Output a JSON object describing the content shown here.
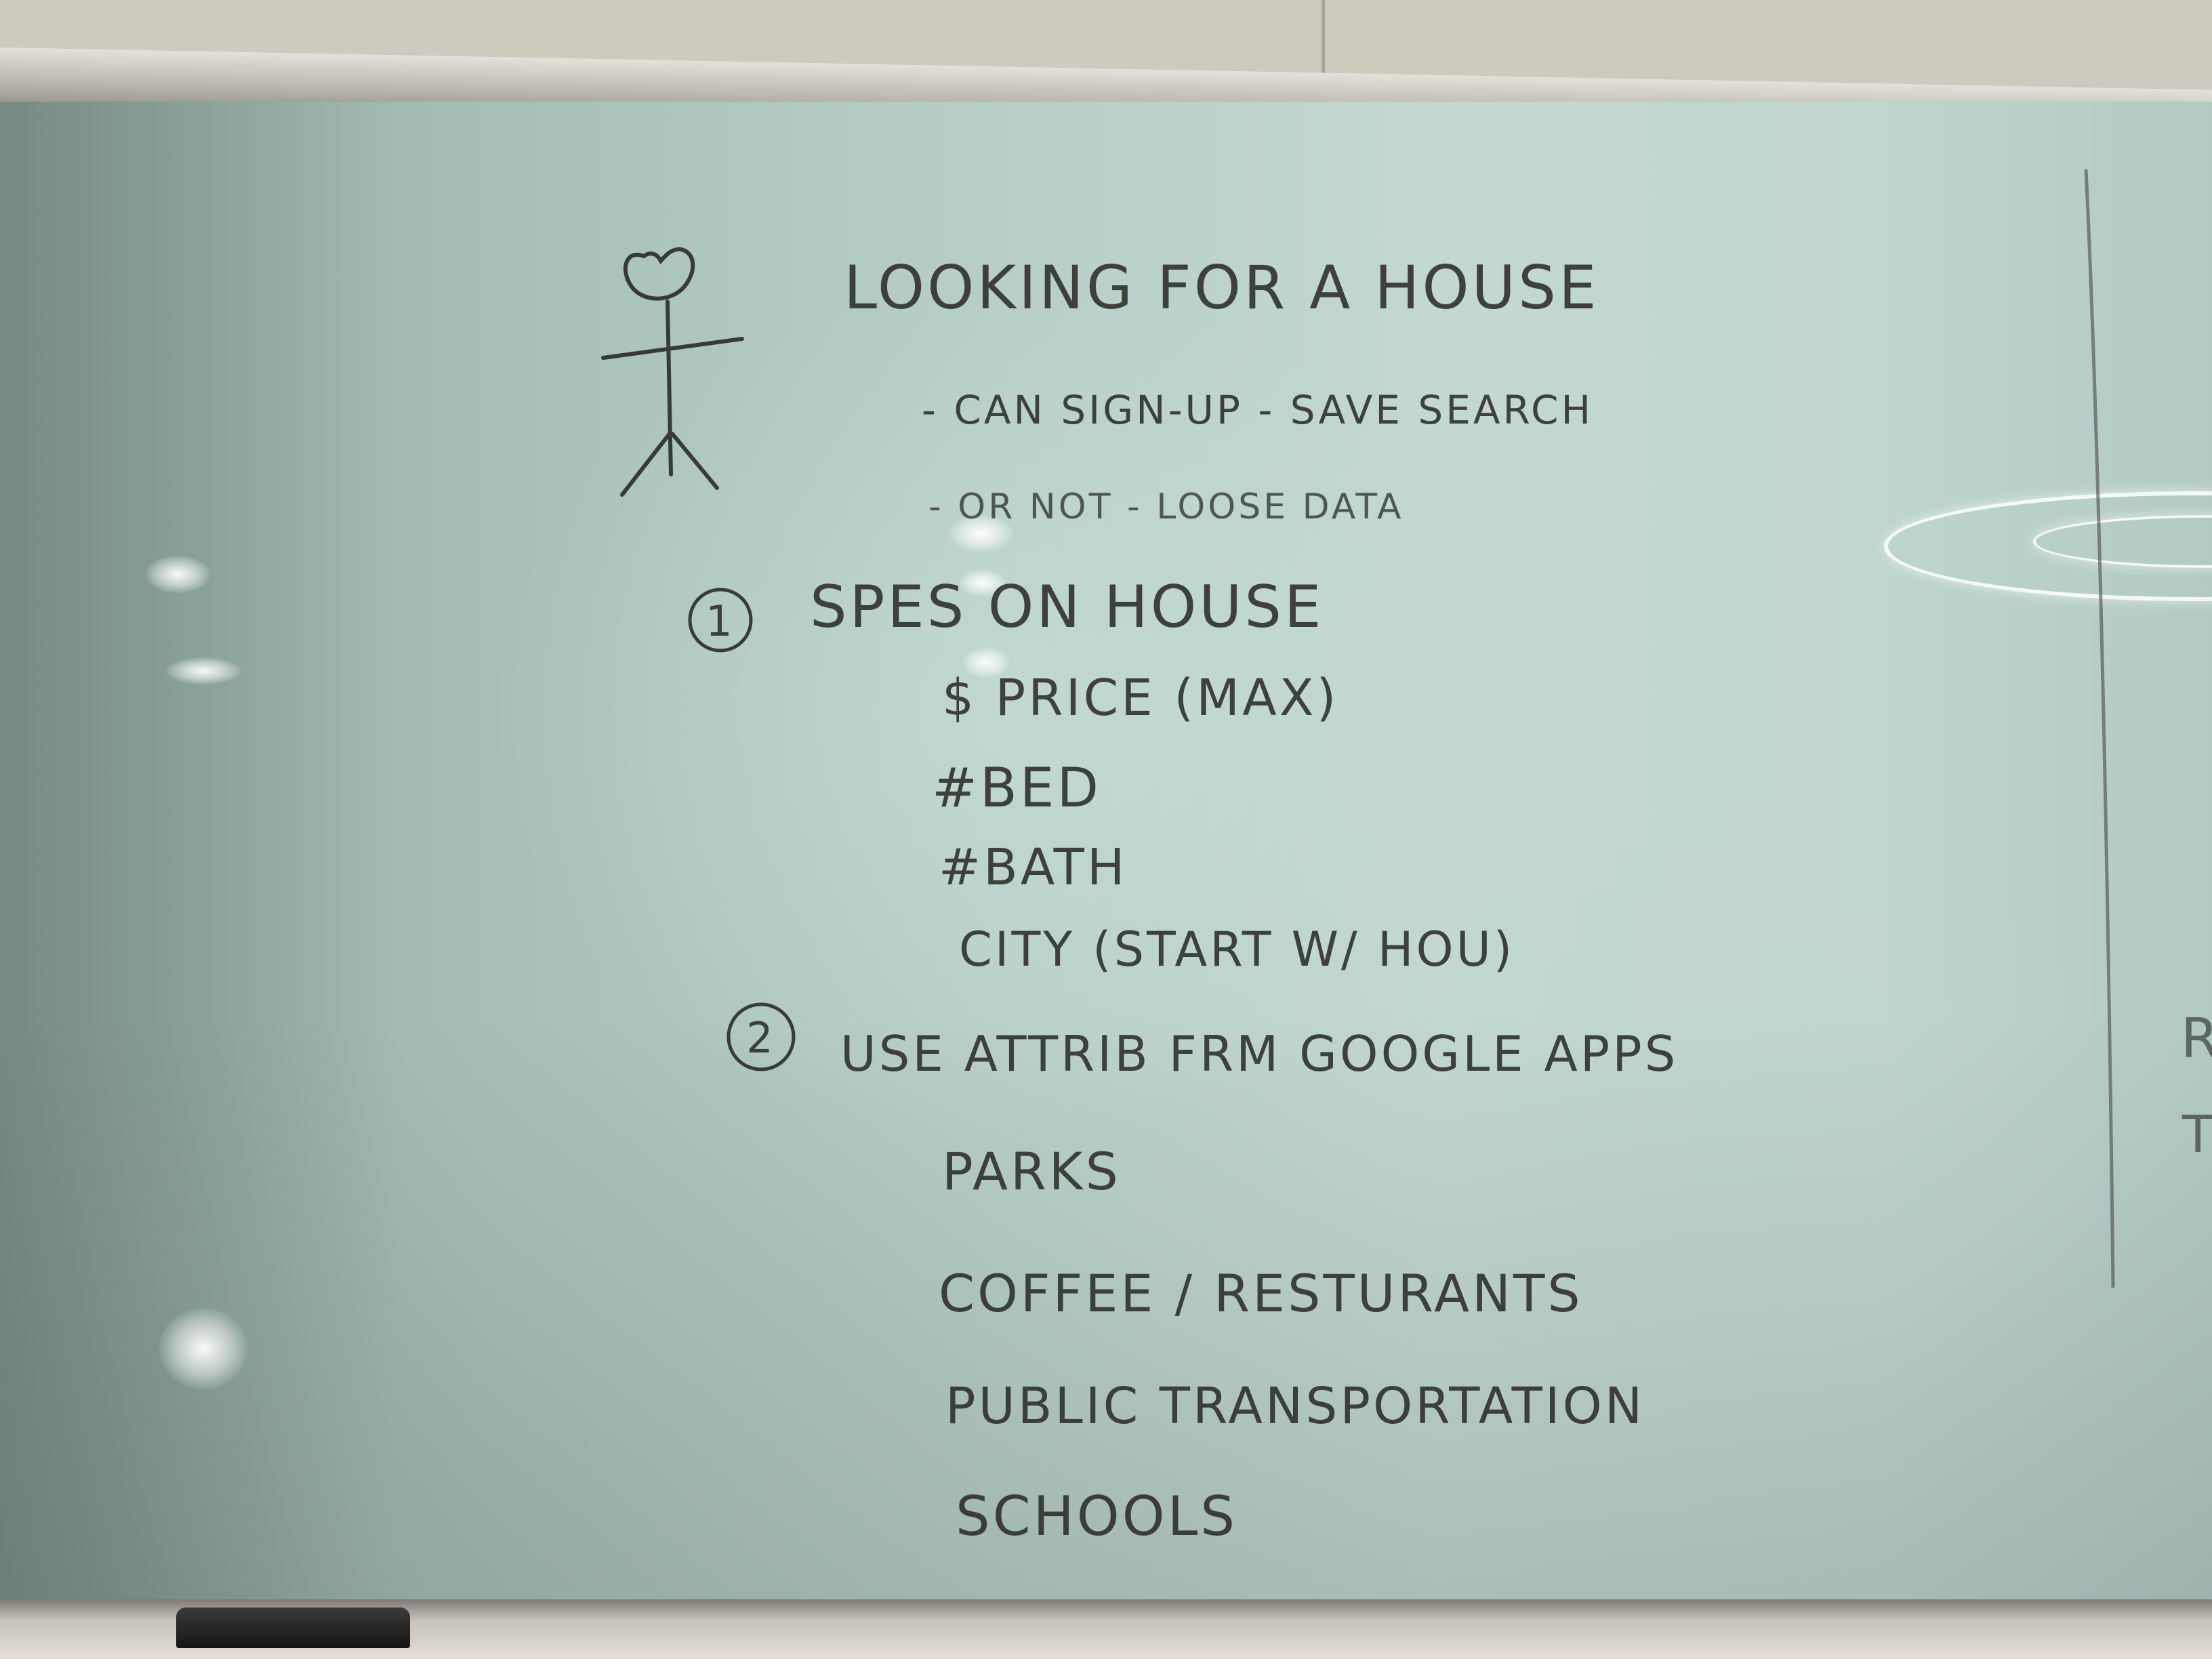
{
  "board": {
    "title": "LOOKING FOR A HOUSE",
    "bullets": [
      {
        "id": "signup",
        "text": "- CAN SIGN-UP - SAVE SEARCH"
      },
      {
        "id": "notsignup",
        "text": "- OR NOT - LOOSE DATA"
      }
    ],
    "section1": {
      "number": "1",
      "heading": "SPES ON HOUSE",
      "items": [
        "$ PRICE (MAX)",
        "#BED",
        "#BATH",
        "CITY (START W/ HOU)"
      ]
    },
    "section2": {
      "number": "2",
      "heading": "USE ATTRIB FRM GOOGLE APPS",
      "items": [
        "PARKS",
        "COFFEE / RESTURANTS",
        "PUBLIC TRANSPORTATION",
        "SCHOOLS"
      ]
    },
    "edge_letters": [
      "R",
      "T"
    ]
  }
}
